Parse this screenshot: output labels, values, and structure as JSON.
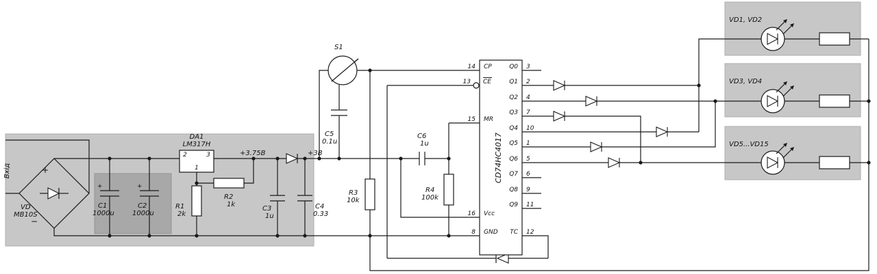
{
  "colors": {
    "bg": "#ffffff",
    "line": "#1a1a1a",
    "region": "#c7c7c7",
    "region_dark": "#a8a8a8"
  },
  "power": {
    "input_label": "Вхід",
    "bridge": {
      "ref": "VD",
      "part": "MB10S",
      "plus": "+",
      "minus": "−"
    },
    "c1": {
      "ref": "C1",
      "value": "1000u",
      "plus": "+"
    },
    "c2": {
      "ref": "C2",
      "value": "1000u",
      "plus": "+"
    },
    "regulator": {
      "ref": "DA1",
      "part": "LM317H",
      "pin_in": "2",
      "pin_out": "3",
      "pin_adj": "1"
    },
    "r1": {
      "ref": "R1",
      "value": "2k"
    },
    "r2": {
      "ref": "R2",
      "value": "1k"
    },
    "c3": {
      "ref": "C3",
      "value": "1u"
    },
    "c4": {
      "ref": "C4",
      "value": "0.33"
    },
    "rail_375": "+3.75В",
    "rail_3": "+3В"
  },
  "clock": {
    "s1": "S1",
    "c5": {
      "ref": "C5",
      "value": "0.1u"
    },
    "r3": {
      "ref": "R3",
      "value": "10k"
    },
    "c6": {
      "ref": "C6",
      "value": "1u"
    },
    "r4": {
      "ref": "R4",
      "value": "100k"
    }
  },
  "ic": {
    "part": "CD74HC4017",
    "left_pins": [
      {
        "num": "14",
        "label": "CP"
      },
      {
        "num": "13",
        "label": "CE"
      },
      {
        "num": "15",
        "label": "MR"
      },
      {
        "num": "16",
        "label": "Vcc"
      },
      {
        "num": "8",
        "label": "GND"
      }
    ],
    "right_pins": [
      {
        "num": "3",
        "label": "Q0"
      },
      {
        "num": "2",
        "label": "Q1"
      },
      {
        "num": "4",
        "label": "Q2"
      },
      {
        "num": "7",
        "label": "Q3"
      },
      {
        "num": "10",
        "label": "Q4"
      },
      {
        "num": "1",
        "label": "Q5"
      },
      {
        "num": "5",
        "label": "Q6"
      },
      {
        "num": "6",
        "label": "Q7"
      },
      {
        "num": "9",
        "label": "Q8"
      },
      {
        "num": "11",
        "label": "Q9"
      },
      {
        "num": "12",
        "label": "TC"
      }
    ]
  },
  "led_groups": [
    {
      "label": "VD1, VD2"
    },
    {
      "label": "VD3, VD4"
    },
    {
      "label": "VD5...VD15"
    }
  ]
}
